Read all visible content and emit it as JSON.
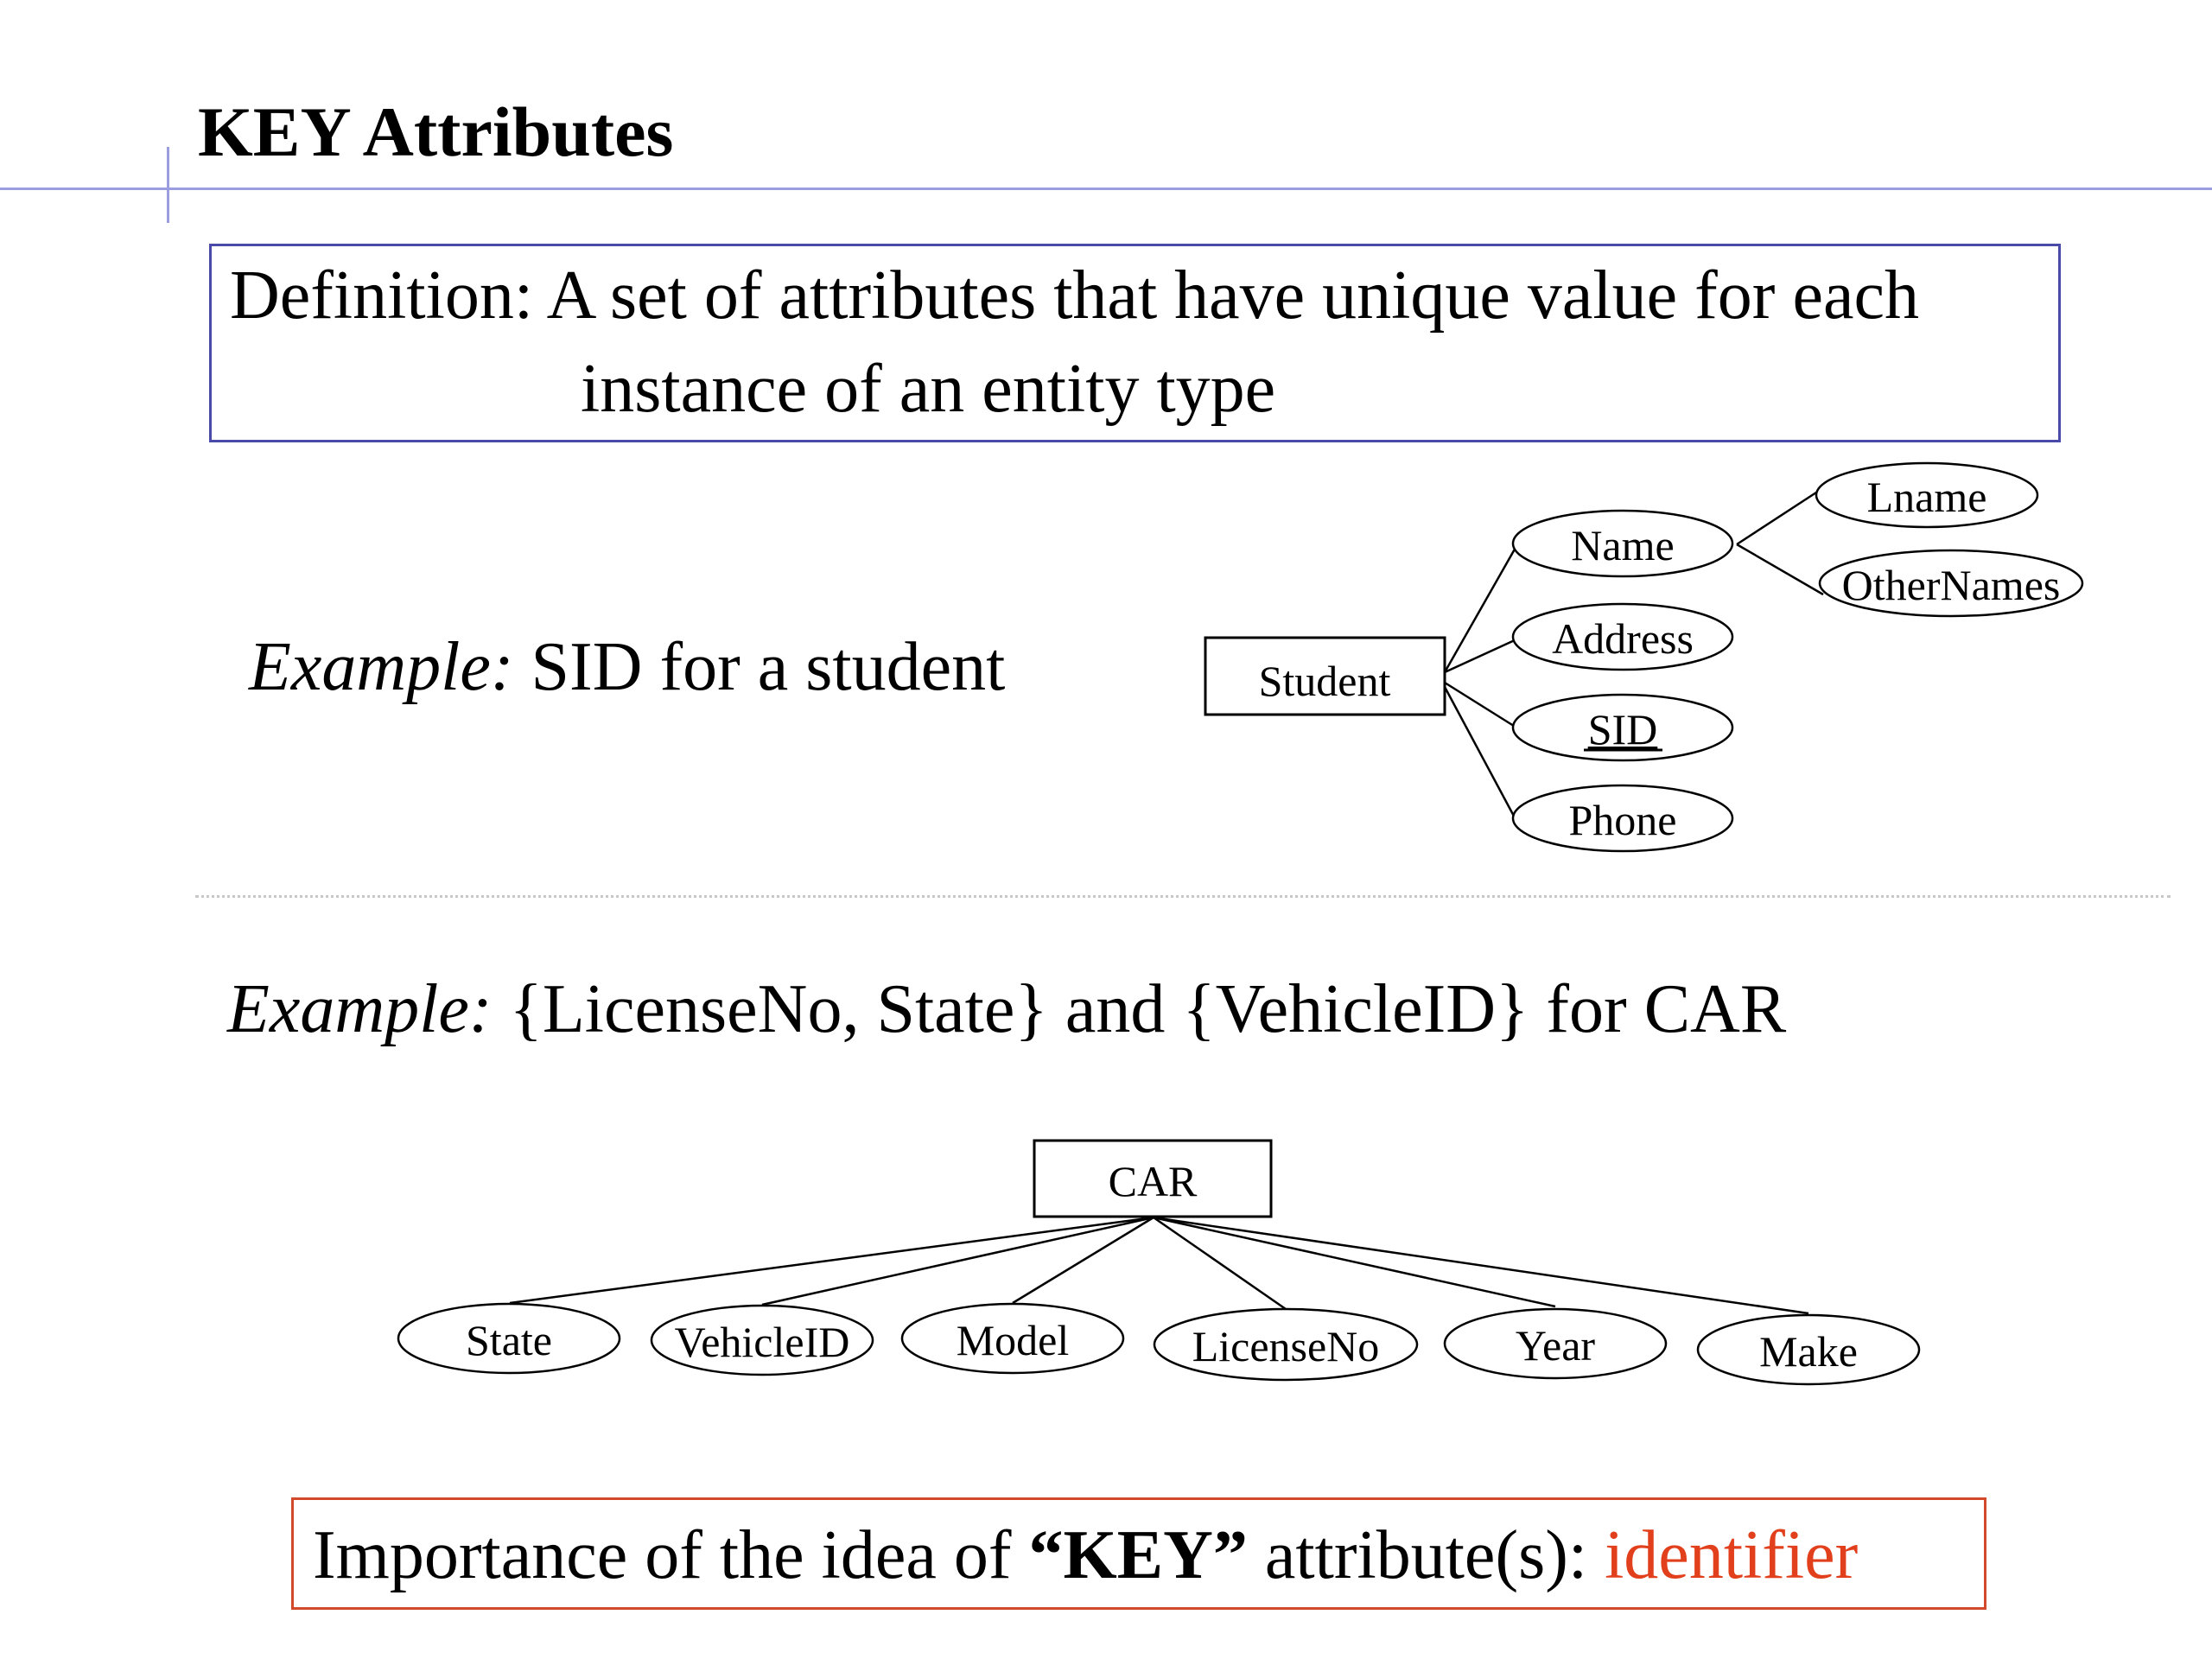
{
  "title": "KEY Attributes",
  "definition": {
    "line1": "Definition: A set of attributes that have unique value for each",
    "line2": "instance of an entity type"
  },
  "example1": {
    "label": "Example:",
    "text": " SID for a student"
  },
  "example2": {
    "label": "Example:",
    "text": " {LicenseNo, State} and {VehicleID} for CAR"
  },
  "student_diagram": {
    "entity": "Student",
    "attributes": [
      "Name",
      "Address",
      "SID",
      "Phone"
    ],
    "key_attribute": "SID",
    "composite": {
      "parent": "Name",
      "components": [
        "Lname",
        "OtherNames"
      ]
    }
  },
  "car_diagram": {
    "entity": "CAR",
    "attributes": [
      "State",
      "VehicleID",
      "Model",
      "LicenseNo",
      "Year",
      "Make"
    ]
  },
  "importance": {
    "prefix": "Importance of the idea of ",
    "emphasis": "“KEY”",
    "middle": " attribute(s): ",
    "highlight": "identifier"
  },
  "colors": {
    "rule": "#9c9ce0",
    "definition_border": "#4a4aa8",
    "importance_border": "#d24a2a",
    "highlight": "#e2401c"
  }
}
